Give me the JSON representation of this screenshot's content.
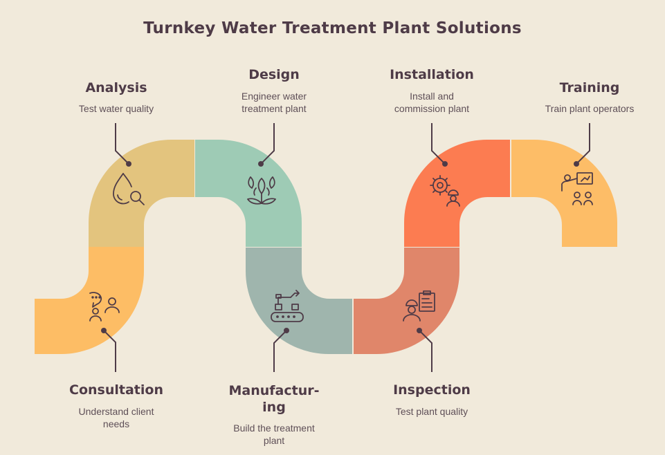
{
  "title": "Turnkey Water Treatment Plant Solutions",
  "colors": {
    "background": "#f1eadb",
    "consultation": "#fdbd65",
    "analysis": "#e3c47e",
    "design": "#9ecbb5",
    "manufacturing": "#9fb5ad",
    "inspection": "#e0866a",
    "installation": "#fc7c51",
    "training": "#fdbd67",
    "ink": "#4e3b47"
  },
  "steps": [
    {
      "id": "analysis",
      "title": "Analysis",
      "desc": [
        "Test water quality"
      ],
      "icon": "water-drop-magnifier-icon"
    },
    {
      "id": "design",
      "title": "Design",
      "desc": [
        "Engineer water",
        "treatment plant"
      ],
      "icon": "leaves-droplets-icon"
    },
    {
      "id": "installation",
      "title": "Installation",
      "desc": [
        "Install and",
        "commission plant"
      ],
      "icon": "gear-worker-icon"
    },
    {
      "id": "training",
      "title": "Training",
      "desc": [
        "Train plant operators"
      ],
      "icon": "presentation-trainer-icon"
    },
    {
      "id": "consultation",
      "title": "Consultation",
      "desc": [
        "Understand client",
        "needs"
      ],
      "icon": "people-chat-icon"
    },
    {
      "id": "manufacturing",
      "title_lines": [
        "Manufactur-",
        "ing"
      ],
      "desc": [
        "Build the treatment",
        "plant"
      ],
      "icon": "robot-arm-conveyor-icon"
    },
    {
      "id": "inspection",
      "title": "Inspection",
      "desc": [
        "Test plant quality"
      ],
      "icon": "inspector-clipboard-icon"
    }
  ]
}
